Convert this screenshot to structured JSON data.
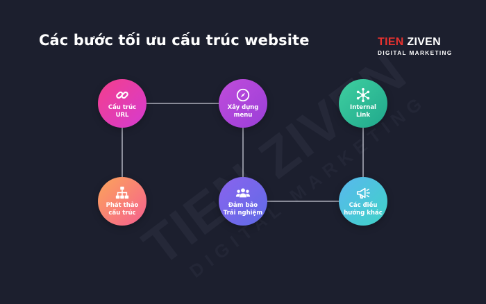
{
  "title": "Các bước tối ưu cấu trúc website",
  "logo": {
    "brand_part1": "TIEN ",
    "brand_part2": "ZIVEN",
    "tagline": "DIGITAL MARKETING",
    "brand_color": "#e8322f"
  },
  "watermark": {
    "brand": "TIEN ZIVEN",
    "tagline": "DIGITAL MARKETING"
  },
  "nodes": [
    {
      "id": "n1",
      "label": "Cấu trúc\nURL",
      "icon": "link-icon",
      "colors": [
        "#f43f8c",
        "#d53bd0"
      ]
    },
    {
      "id": "n2",
      "label": "Xây dựng\nmenu",
      "icon": "compass-icon",
      "colors": [
        "#c04cdb",
        "#9a3fd8"
      ]
    },
    {
      "id": "n3",
      "label": "Internal\nLink",
      "icon": "network-icon",
      "colors": [
        "#3fcfa0",
        "#20a88c"
      ]
    },
    {
      "id": "n4",
      "label": "Phát thảo\ncấu trúc",
      "icon": "sitemap-icon",
      "colors": [
        "#fca55a",
        "#f55f8f"
      ]
    },
    {
      "id": "n5",
      "label": "Đảm bảo\nTrải nghiệm",
      "icon": "users-icon",
      "colors": [
        "#8a63ee",
        "#5f6ce6"
      ]
    },
    {
      "id": "n6",
      "label": "Các điều\nhướng khác",
      "icon": "megaphone-icon",
      "colors": [
        "#59b8ee",
        "#3fd2c7"
      ]
    }
  ],
  "connections": [
    [
      "n1",
      "n2"
    ],
    [
      "n1",
      "n4"
    ],
    [
      "n2",
      "n5"
    ],
    [
      "n5",
      "n6"
    ],
    [
      "n3",
      "n6"
    ]
  ],
  "connector_color": "#c9cbd6"
}
